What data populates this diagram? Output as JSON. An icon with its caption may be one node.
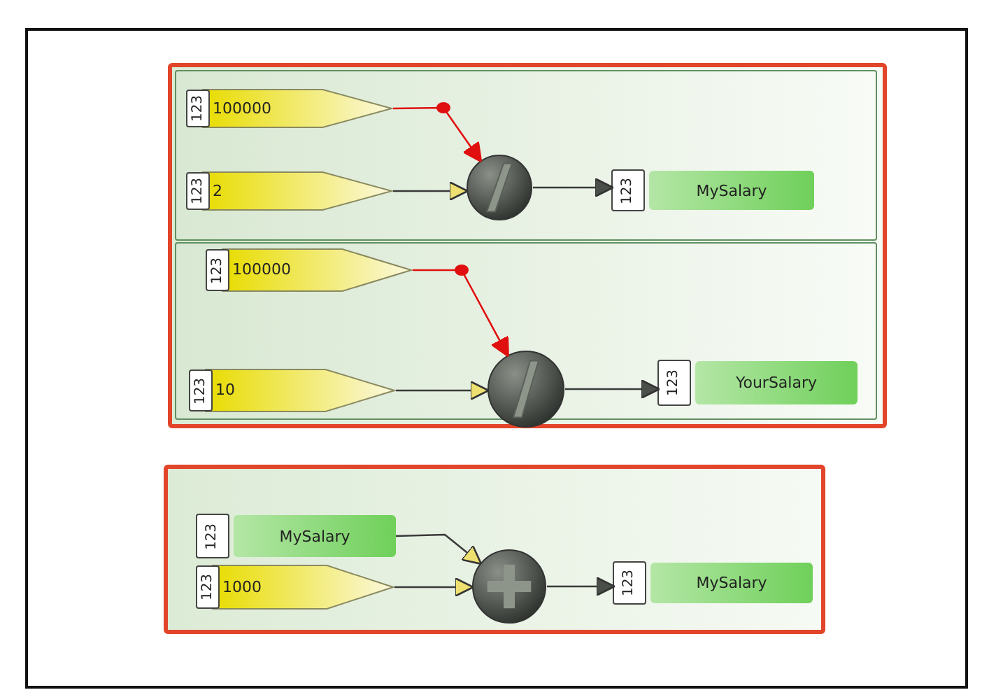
{
  "diagram": {
    "nodes": [
      {
        "text": [],
        "shape": "box"
      },
      {
        "text": [],
        "shape": "box",
        "in": 0
      },
      {
        "text": [
          "123",
          "100000"
        ],
        "in": 1
      },
      {
        "text": [
          "123",
          "2"
        ],
        "in": 1
      },
      {
        "text": [],
        "shape": "circle",
        "in": 1
      },
      {
        "text": [
          "123",
          "MySalary"
        ],
        "in": 1
      },
      {
        "text": [],
        "shape": "box",
        "in": 0
      },
      {
        "text": [
          "123",
          "100000"
        ],
        "in": 6
      },
      {
        "text": [
          "123",
          "10"
        ],
        "in": 6
      },
      {
        "text": [],
        "shape": "circle",
        "in": 6
      },
      {
        "text": [
          "123",
          "YourSalary"
        ],
        "in": 6
      },
      {
        "text": [],
        "shape": "box"
      },
      {
        "text": [
          "123",
          "MySalary"
        ],
        "in": 11
      },
      {
        "text": [
          "123",
          "1000"
        ],
        "in": 11
      },
      {
        "text": [],
        "shape": "circle",
        "in": 11
      },
      {
        "text": [
          "123",
          "MySalary"
        ],
        "in": 11
      }
    ],
    "edges": [
      {
        "from": 2,
        "to": 4,
        "arrow": "to",
        "color": "#e01010"
      },
      {
        "from": 3,
        "to": 4,
        "arrow": "to"
      },
      {
        "from": 4,
        "to": 5,
        "arrow": "to"
      },
      {
        "from": 7,
        "to": 9,
        "arrow": "to",
        "color": "#e01010"
      },
      {
        "from": 8,
        "to": 9,
        "arrow": "to"
      },
      {
        "from": 9,
        "to": 10,
        "arrow": "to"
      },
      {
        "from": 12,
        "to": 14,
        "arrow": "to"
      },
      {
        "from": 13,
        "to": 14,
        "arrow": "to"
      },
      {
        "from": 14,
        "to": 15,
        "arrow": "to"
      }
    ]
  }
}
